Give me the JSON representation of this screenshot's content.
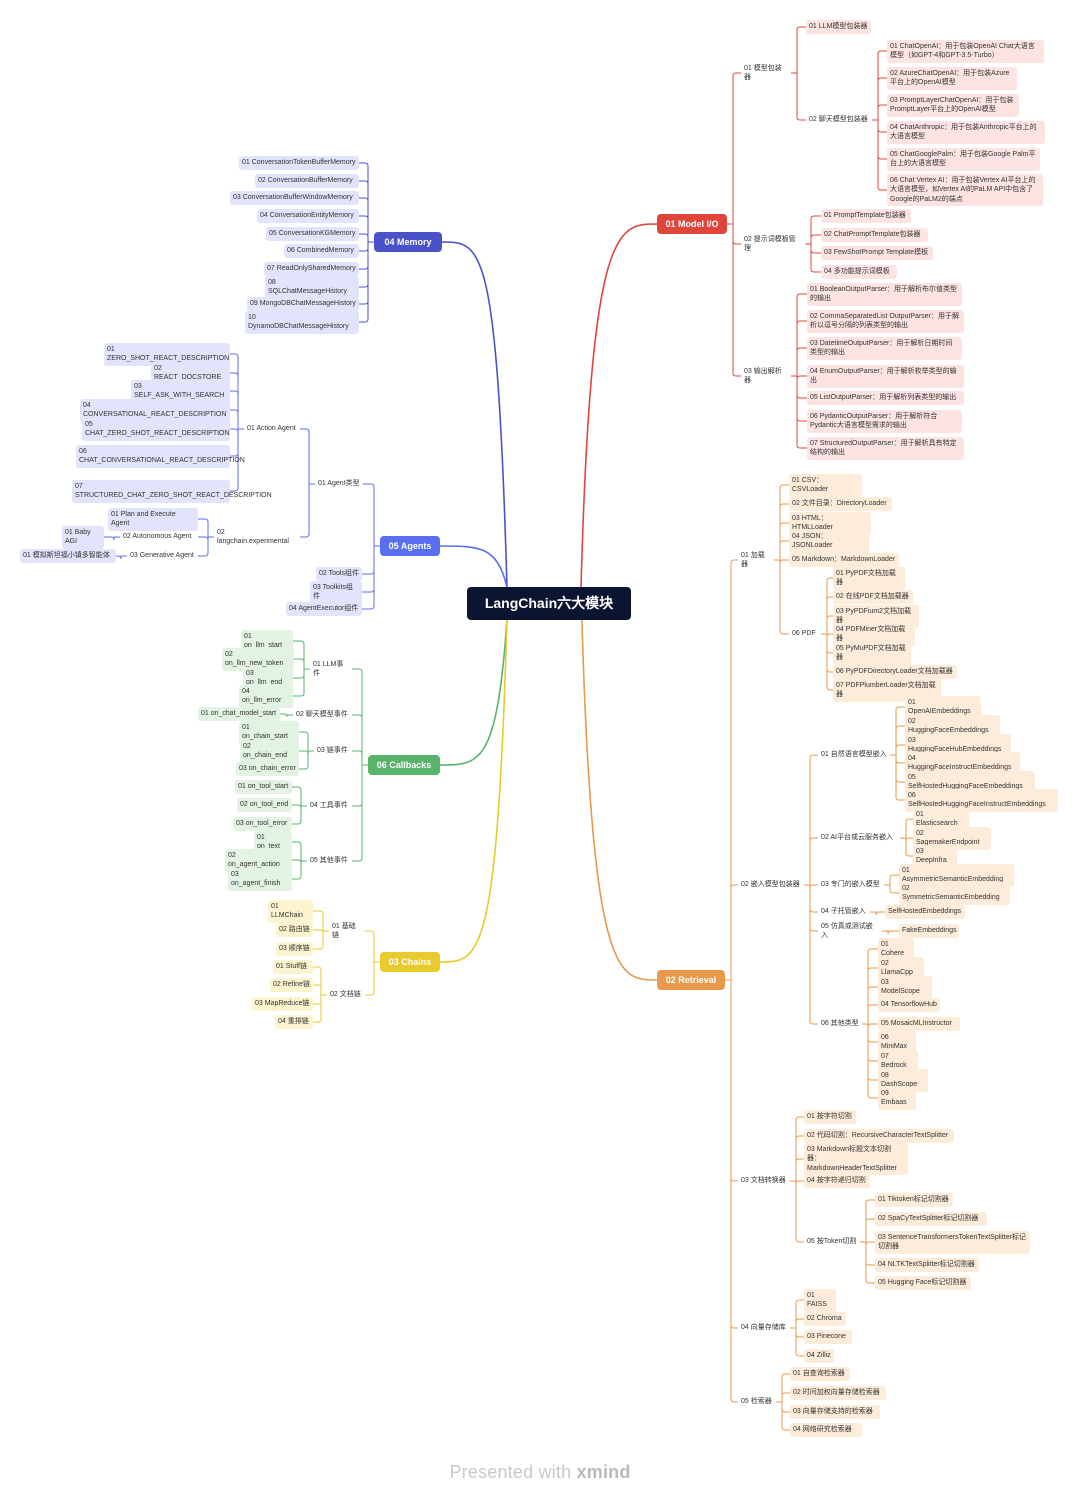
{
  "title": "LangChain六大模块",
  "footer": {
    "prefix": "Presented with ",
    "brand": "xmind"
  },
  "colors": {
    "model_io": "#e0453a",
    "retrieval": "#e79a4b",
    "memory": "#4a52c9",
    "agents": "#5a6ef0",
    "callbacks": "#59b36b",
    "chains": "#e8cb2e",
    "model_io_leaf": "#fde4e3",
    "retrieval_leaf": "#fdecd9",
    "memory_leaf": "#e1e4fb",
    "agents_leaf": "#e1e4fb",
    "callbacks_leaf": "#e2f2e3",
    "chains_leaf": "#fbf4cf"
  },
  "branches": {
    "model_io": {
      "label": "01 Model I/O",
      "children": [
        {
          "label": "01 模型包装器",
          "children": [
            {
              "label": "01 LLM模型包装器"
            },
            {
              "label": "02 聊天模型包装器",
              "children": [
                {
                  "label": "01 ChatOpenAI：用于包装OpenAI Chat大语言模型（如GPT-4和GPT-3.5-Turbo）"
                },
                {
                  "label": "02 AzureChatOpenAI：用于包装Azure平台上的OpenAI模型"
                },
                {
                  "label": "03 PromptLayerChatOpenAI：用于包装PromptLayer平台上的OpenAI模型"
                },
                {
                  "label": "04 ChatAnthropic：用于包装Anthropic平台上的大语言模型"
                },
                {
                  "label": "05 ChatGooglePalm：用于包装Google Palm平台上的大语言模型"
                },
                {
                  "label": "06 Chat Vertex AI：用于包装Vertex AI平台上的大语言模型，如Vertex AI的PaLM API中包含了Google的PaLM2的端点"
                }
              ]
            }
          ]
        },
        {
          "label": "02 提示词模板管理",
          "children": [
            {
              "label": "01 PromptTemplate包装器"
            },
            {
              "label": "02 ChatPromptTemplate包装器"
            },
            {
              "label": "03 FewShotPrompt Template模板"
            },
            {
              "label": "04 多功能提示词模板"
            }
          ]
        },
        {
          "label": "03 输出解析器",
          "children": [
            {
              "label": "01 BooleanOutputParser：用于解析布尔值类型的输出"
            },
            {
              "label": "02 CommaSeparatedList OutputParser：用于解析以逗号分隔的列表类型的输出"
            },
            {
              "label": "03 DatetimeOutputParser：用于解析日期时间类型的输出"
            },
            {
              "label": "04 EnumOutputParser：用于解析枚举类型的输出"
            },
            {
              "label": "05 ListOutputParser：用于解析列表类型的输出"
            },
            {
              "label": "06 PydanticOutputParser：用于解析符合Pydantic大语言模型需求的输出"
            },
            {
              "label": "07 StructuredOutputParser：用于解析具有特定结构的输出"
            }
          ]
        }
      ]
    },
    "retrieval": {
      "label": "02 Retrieval",
      "children": [
        {
          "label": "01 加载器",
          "children": [
            {
              "label": "01 CSV：CSVLoader"
            },
            {
              "label": "02 文件目录：DirectoryLoader"
            },
            {
              "label": "03 HTML：HTMLLoader"
            },
            {
              "label": "04 JSON：JSONLoader"
            },
            {
              "label": "05 Markdown：MarkdownLoader"
            },
            {
              "label": "06 PDF",
              "children": [
                {
                  "label": "01 PyPDF文档加载器"
                },
                {
                  "label": "02 在线PDF文档加载器"
                },
                {
                  "label": "03 PyPDFium2文档加载器"
                },
                {
                  "label": "04 PDFMiner文档加载器"
                },
                {
                  "label": "05 PyMuPDF文档加载器"
                },
                {
                  "label": "06 PyPDFDirectoryLoader文档加载器"
                },
                {
                  "label": "07 PDFPlumberLoader文档加载器"
                }
              ]
            }
          ]
        },
        {
          "label": "02 嵌入模型包装器",
          "children": [
            {
              "label": "01 自然语言模型嵌入",
              "children": [
                {
                  "label": "01 OpenAIEmbeddings"
                },
                {
                  "label": "02 HuggingFaceEmbeddings"
                },
                {
                  "label": "03 HuggingFaceHubEmbeddings"
                },
                {
                  "label": "04 HuggingFaceInstructEmbeddings"
                },
                {
                  "label": "05 SelfHostedHuggingFaceEmbeddings"
                },
                {
                  "label": "06 SelfHostedHuggingFaceInstructEmbeddings"
                }
              ]
            },
            {
              "label": "02 AI平台或云服务嵌入",
              "children": [
                {
                  "label": "01 Elasticsearch"
                },
                {
                  "label": "02 SagemakerEndpoint"
                },
                {
                  "label": "03 DeepInfra"
                }
              ]
            },
            {
              "label": "03 专门的嵌入模型",
              "children": [
                {
                  "label": "01 AsymmetricSemanticEmbedding"
                },
                {
                  "label": "02 SymmetricSemanticEmbedding"
                }
              ]
            },
            {
              "label": "04 子托管嵌入",
              "children": [
                {
                  "label": "SelfHostedEmbeddings"
                }
              ]
            },
            {
              "label": "05 仿真或测试嵌入",
              "children": [
                {
                  "label": "FakeEmbeddings"
                }
              ]
            },
            {
              "label": "06 其他类型",
              "children": [
                {
                  "label": "01 Cohere"
                },
                {
                  "label": "02 LlamaCpp"
                },
                {
                  "label": "03 ModelScope"
                },
                {
                  "label": "04 TensorflowHub"
                },
                {
                  "label": "05 MosaicMLInstructor"
                },
                {
                  "label": "06 MiniMax"
                },
                {
                  "label": "07 Bedrock"
                },
                {
                  "label": "08 DashScope"
                },
                {
                  "label": "09 Embaas"
                }
              ]
            }
          ]
        },
        {
          "label": "03 文档转换器",
          "children": [
            {
              "label": "01 按字符切割"
            },
            {
              "label": "02 代码切割：RecursiveCharacterTextSplitter"
            },
            {
              "label": "03 Markdown标题文本切割器：MarkdownHeaderTextSplitter"
            },
            {
              "label": "04 按字符递归切割"
            },
            {
              "label": "05 按Token切割",
              "children": [
                {
                  "label": "01 Tiktoken标记切割器"
                },
                {
                  "label": "02 SpaCyTextSplitter标记切割器"
                },
                {
                  "label": "03 SentenceTransformersTokenTextSplitter标记切割器"
                },
                {
                  "label": "04 NLTKTextSplitter标记切割器"
                },
                {
                  "label": "05 Hugging Face标记切割器"
                }
              ]
            }
          ]
        },
        {
          "label": "04 向量存储库",
          "children": [
            {
              "label": "01 FAISS"
            },
            {
              "label": "02 Chroma"
            },
            {
              "label": "03 Pinecone"
            },
            {
              "label": "04 Zilliz"
            }
          ]
        },
        {
          "label": "05 检索器",
          "children": [
            {
              "label": "01 自查询检索器"
            },
            {
              "label": "02 时间加权向量存储检索器"
            },
            {
              "label": "03 向量存储支持的检索器"
            },
            {
              "label": "04 网络研究检索器"
            }
          ]
        }
      ]
    },
    "memory": {
      "label": "04 Memory",
      "children": [
        {
          "label": "01 ConversationTokenBufferMemory"
        },
        {
          "label": "02 ConversationBufferMemory"
        },
        {
          "label": "03 ConversationBufferWindowMemory"
        },
        {
          "label": "04 ConversationEntityMemory"
        },
        {
          "label": "05 ConversationKGMemory"
        },
        {
          "label": "06 CombinedMemory"
        },
        {
          "label": "07 ReadOnlySharedMemory"
        },
        {
          "label": "08 SQLChatMessageHistory"
        },
        {
          "label": "09 MongoDBChatMessageHistory"
        },
        {
          "label": "10 DynamoDBChatMessageHistory"
        }
      ]
    },
    "agents": {
      "label": "05 Agents",
      "children": [
        {
          "label": "01 Agent类型",
          "children": [
            {
              "label": "01 Action Agent",
              "children": [
                {
                  "label": "01 ZERO_SHOT_REACT_DESCRIPTION"
                },
                {
                  "label": "02 REACT_DOCSTORE"
                },
                {
                  "label": "03 SELF_ASK_WITH_SEARCH"
                },
                {
                  "label": "04 CONVERSATIONAL_REACT_DESCRIPTION"
                },
                {
                  "label": "05 CHAT_ZERO_SHOT_REACT_DESCRIPTION"
                },
                {
                  "label": "06 CHAT_CONVERSATIONAL_REACT_DESCRIPTION"
                },
                {
                  "label": "07 STRUCTURED_CHAT_ZERO_SHOT_REACT_DESCRIPTION"
                }
              ]
            },
            {
              "label": "02 langchain.experimental",
              "children": [
                {
                  "label": "01 Plan and Execute Agent"
                },
                {
                  "label": "02 Autonomous Agent",
                  "children": [
                    {
                      "label": "01 Baby AGI"
                    }
                  ]
                },
                {
                  "label": "03 Generative Agent",
                  "children": [
                    {
                      "label": "01 模拟斯坦福小镇多智能体"
                    }
                  ]
                }
              ]
            }
          ]
        },
        {
          "label": "02 Tools组件"
        },
        {
          "label": "03 Toolkits组件"
        },
        {
          "label": "04 AgentExecutor组件"
        }
      ]
    },
    "callbacks": {
      "label": "06 Callbacks",
      "children": [
        {
          "label": "01 LLM事件",
          "children": [
            {
              "label": "01 on_llm_start"
            },
            {
              "label": "02 on_llm_new_token"
            },
            {
              "label": "03 on_llm_end"
            },
            {
              "label": "04 on_llm_error"
            }
          ]
        },
        {
          "label": "02 聊天模型事件",
          "children": [
            {
              "label": "01 on_chat_model_start"
            }
          ]
        },
        {
          "label": "03 链事件",
          "children": [
            {
              "label": "01 on_chain_start"
            },
            {
              "label": "02 on_chain_end"
            },
            {
              "label": "03 on_chain_error"
            }
          ]
        },
        {
          "label": "04 工具事件",
          "children": [
            {
              "label": "01 on_tool_start"
            },
            {
              "label": "02 on_tool_end"
            },
            {
              "label": "03 on_tool_error"
            }
          ]
        },
        {
          "label": "05 其他事件",
          "children": [
            {
              "label": "01 on_text"
            },
            {
              "label": "02 on_agent_action"
            },
            {
              "label": "03 on_agent_finish"
            }
          ]
        }
      ]
    },
    "chains": {
      "label": "03 Chains",
      "children": [
        {
          "label": "01 基础链",
          "children": [
            {
              "label": "01 LLMChain"
            },
            {
              "label": "02 路由链"
            },
            {
              "label": "03 顺序链"
            }
          ]
        },
        {
          "label": "02 文档链",
          "children": [
            {
              "label": "01 Stuff链"
            },
            {
              "label": "02 Refine链"
            },
            {
              "label": "03 MapReduce链"
            },
            {
              "label": "04 重排链"
            }
          ]
        }
      ]
    }
  }
}
